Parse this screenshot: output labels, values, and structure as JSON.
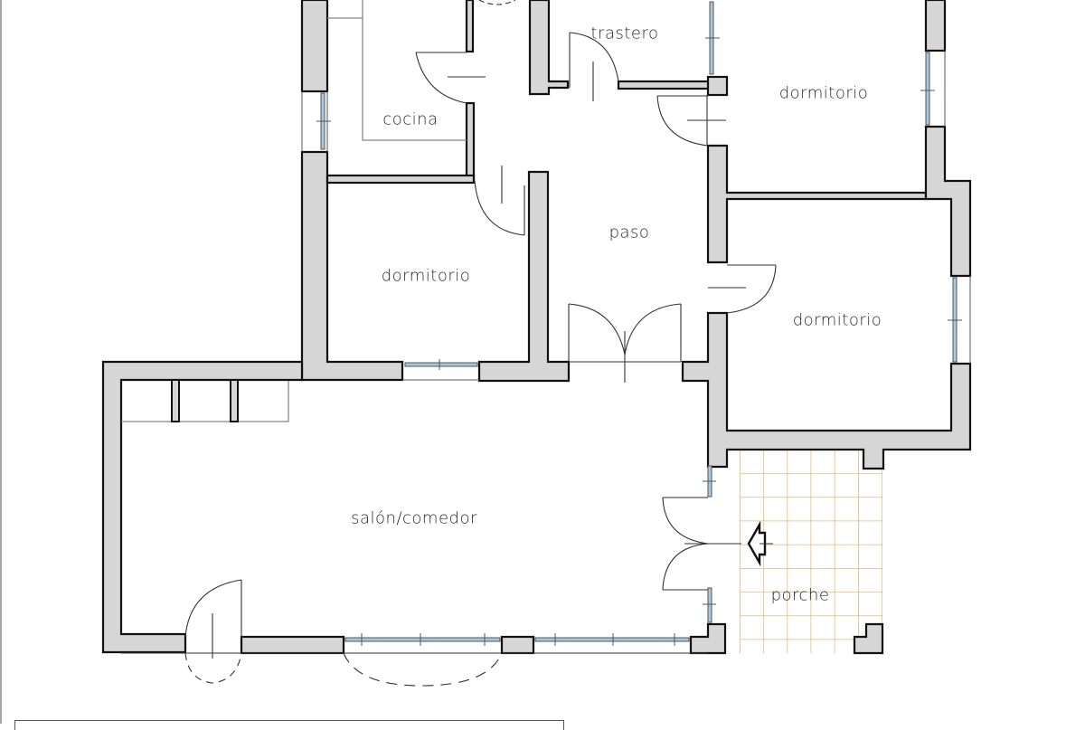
{
  "diagram": {
    "type": "floor_plan",
    "colors": {
      "wall_fill": "#d6d6d6",
      "wall_stroke": "#111111",
      "window_glass": "#a9c8de",
      "door_line": "#333333",
      "tile_grid": "#e0a868",
      "background": "#ffffff"
    },
    "rooms": [
      {
        "id": "cocina",
        "label": "cocina"
      },
      {
        "id": "trastero",
        "label": "trastero"
      },
      {
        "id": "dormitorio-1",
        "label": "dormitorio"
      },
      {
        "id": "dormitorio-2",
        "label": "dormitorio"
      },
      {
        "id": "dormitorio-3",
        "label": "dormitorio"
      },
      {
        "id": "paso",
        "label": "paso"
      },
      {
        "id": "salon",
        "label": "salón/comedor"
      },
      {
        "id": "porche",
        "label": "porche"
      }
    ],
    "entrance_arrow": "entrance-arrow-icon"
  }
}
